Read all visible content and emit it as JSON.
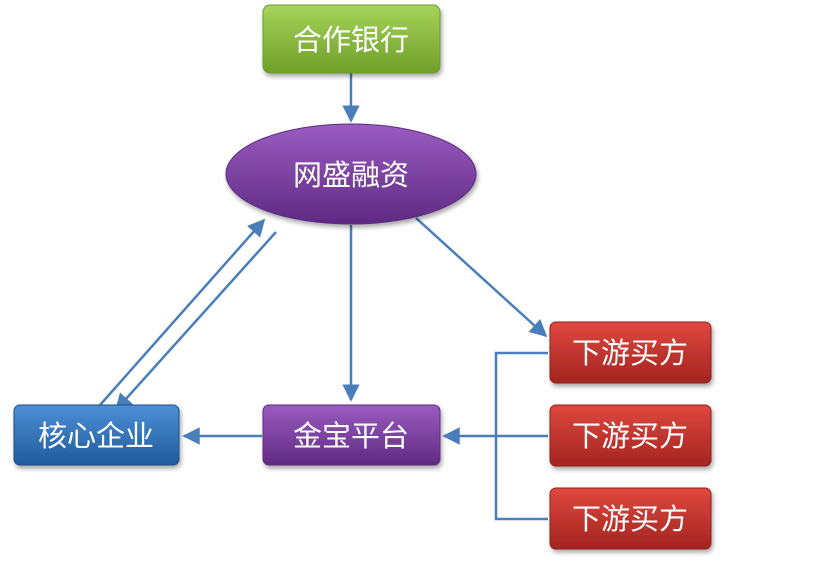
{
  "nodes": {
    "bank": {
      "label": "合作银行",
      "color": "#8cbe3f"
    },
    "wangsheng": {
      "label": "网盛融资",
      "color": "#7b3fa0"
    },
    "platform": {
      "label": "金宝平台",
      "color": "#7b3fa0"
    },
    "core": {
      "label": "核心企业",
      "color": "#2f6fb3"
    },
    "buyers": [
      {
        "label": "下游买方",
        "color": "#c4312b"
      },
      {
        "label": "下游买方",
        "color": "#c4312b"
      },
      {
        "label": "下游买方",
        "color": "#c4312b"
      }
    ]
  },
  "edge_color": "#4a7ebb"
}
